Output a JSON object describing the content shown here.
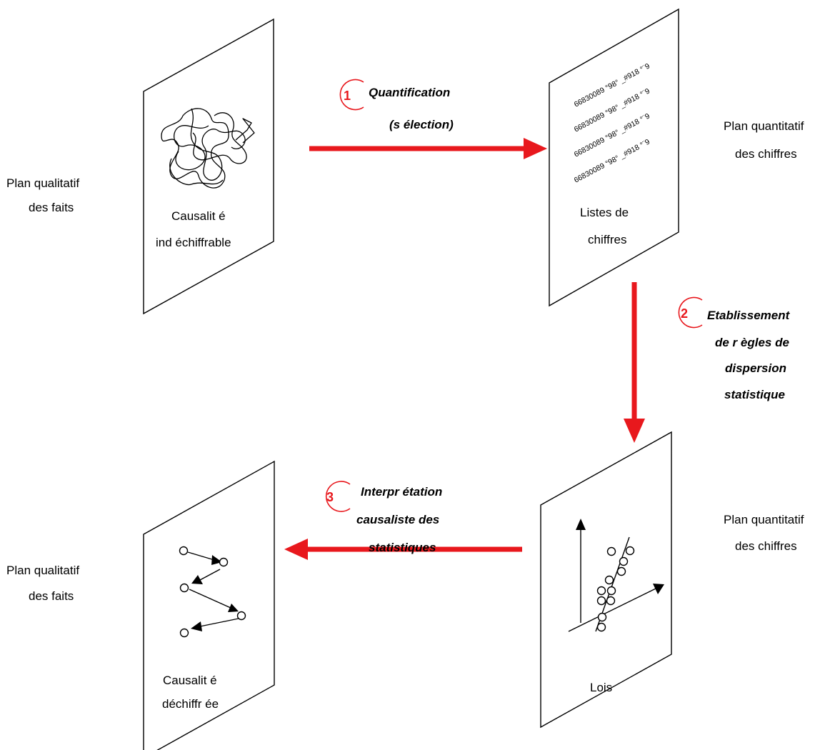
{
  "colors": {
    "accent": "#e8181d",
    "stroke": "#000000"
  },
  "side_labels": {
    "top_left_1": "Plan qualitatif",
    "top_left_2": "des faits",
    "top_right_1": "Plan quantitatif",
    "top_right_2": "des chiffres",
    "bottom_left_1": "Plan qualitatif",
    "bottom_left_2": "des faits",
    "bottom_right_1": "Plan quantitatif",
    "bottom_right_2": "des chiffres"
  },
  "panels": {
    "top_left": {
      "line1": "Causalit é",
      "line2": "ind échiffrable"
    },
    "top_right": {
      "digit_rows": [
        "66830089 °98° _#918 °¨9",
        "66830089 °98° _#918 °¨9",
        "66830089 °98° _#918 °¨9",
        "66830089 °98° _#918 °¨9"
      ],
      "line1": "Listes de",
      "line2": "chiffres"
    },
    "bottom_right": {
      "line1": "Lois"
    },
    "bottom_left": {
      "line1": "Causalit é",
      "line2": "déchiffr ée"
    }
  },
  "steps": {
    "step1": {
      "number": "1",
      "line1": "Quantification",
      "line2": "(s élection)"
    },
    "step2": {
      "number": "2",
      "line1": "Etablissement",
      "line2": "de r ègles de",
      "line3": "dispersion",
      "line4": "statistique"
    },
    "step3": {
      "number": "3",
      "line1": "Interpr étation",
      "line2": "causaliste des",
      "line3": "statistiques"
    }
  }
}
